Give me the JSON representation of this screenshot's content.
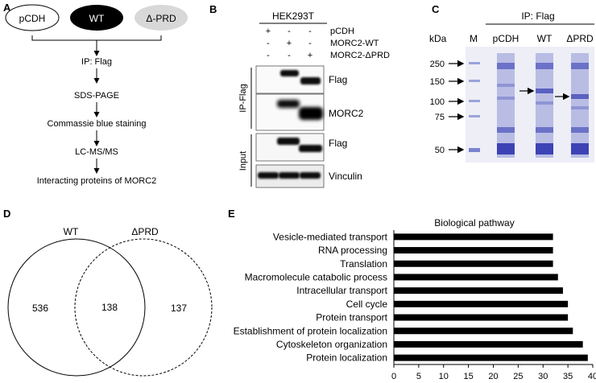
{
  "panelA": {
    "letter": "A",
    "groups": [
      "pCDH",
      "WT",
      "Δ-PRD"
    ],
    "steps": [
      "IP: Flag",
      "SDS-PAGE",
      "Commassie blue staining",
      "LC-MS/MS",
      "Interacting proteins of MORC2"
    ]
  },
  "panelB": {
    "letter": "B",
    "cell_line": "HEK293T",
    "conditions": [
      {
        "name": "pCDH",
        "marks": [
          "+",
          "-",
          "-"
        ]
      },
      {
        "name": "MORC2-WT",
        "marks": [
          "-",
          "+",
          "-"
        ]
      },
      {
        "name": "MORC2-ΔPRD",
        "marks": [
          "-",
          "-",
          "+"
        ]
      }
    ],
    "group_labels": [
      "IP-Flag",
      "Input"
    ],
    "blots": [
      "Flag",
      "MORC2",
      "Flag",
      "Vinculin"
    ]
  },
  "panelC": {
    "letter": "C",
    "ip_label": "IP: Flag",
    "kda_label": "kDa",
    "lanes": [
      "M",
      "pCDH",
      "WT",
      "ΔPRD"
    ],
    "markers": [
      {
        "kda": "250"
      },
      {
        "kda": "150"
      },
      {
        "kda": "100"
      },
      {
        "kda": "75"
      },
      {
        "kda": "50"
      }
    ]
  },
  "panelD": {
    "letter": "D",
    "sets": [
      "WT",
      "ΔPRD"
    ],
    "counts": {
      "wt_only": "536",
      "overlap": "138",
      "prd_only": "137"
    }
  },
  "panelE": {
    "letter": "E",
    "chart_data": {
      "type": "bar",
      "orientation": "horizontal",
      "title": "Biological pathway",
      "categories": [
        "Vesicle-mediated transport",
        "RNA processing",
        "Translation",
        "Macromolecule catabolic process",
        "Intracellular transport",
        "Cell cycle",
        "Protein transport",
        "Establishment of protein localization",
        "Cytoskeleton organization",
        "Protein localization"
      ],
      "values": [
        32,
        32,
        32,
        33,
        34,
        35,
        35,
        36,
        38,
        39
      ],
      "xlim": [
        0,
        40
      ],
      "xticks": [
        "0",
        "5",
        "10",
        "15",
        "20",
        "25",
        "30",
        "35",
        "40"
      ],
      "bar_color": "#000000",
      "grid": false
    }
  }
}
